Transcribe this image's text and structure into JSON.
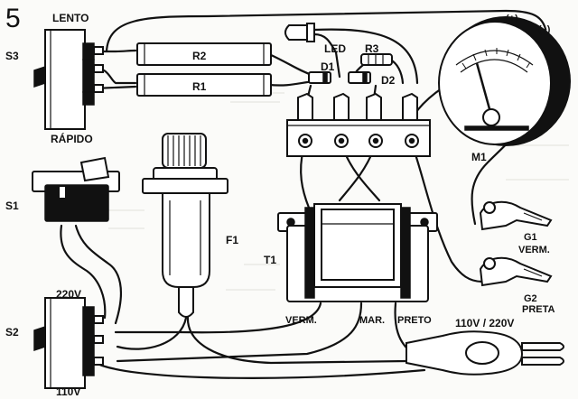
{
  "figure": {
    "number": "5"
  },
  "switch_s3": {
    "ref": "S3",
    "top_label": "LENTO",
    "bottom_label": "RÁPIDO"
  },
  "resistors": {
    "r1": "R1",
    "r2": "R2",
    "r3": "R3"
  },
  "led": {
    "label": "LED"
  },
  "diodes": {
    "d1": "D1",
    "d2": "D2"
  },
  "meter": {
    "ref": "M1",
    "plus": "(+)",
    "minus": "(–)"
  },
  "switch_s1": {
    "ref": "S1"
  },
  "fuse": {
    "ref": "F1"
  },
  "transformer": {
    "ref": "T1",
    "wire_red": "VERM.",
    "wire_brown": "MAR.",
    "wire_black": "PRETO"
  },
  "clips": {
    "g1": {
      "ref": "G1",
      "color": "VERM."
    },
    "g2": {
      "ref": "G2",
      "color": "PRETA"
    }
  },
  "switch_s2": {
    "ref": "S2",
    "top_label": "220V",
    "bottom_label": "110V"
  },
  "plug": {
    "label": "110V / 220V"
  }
}
